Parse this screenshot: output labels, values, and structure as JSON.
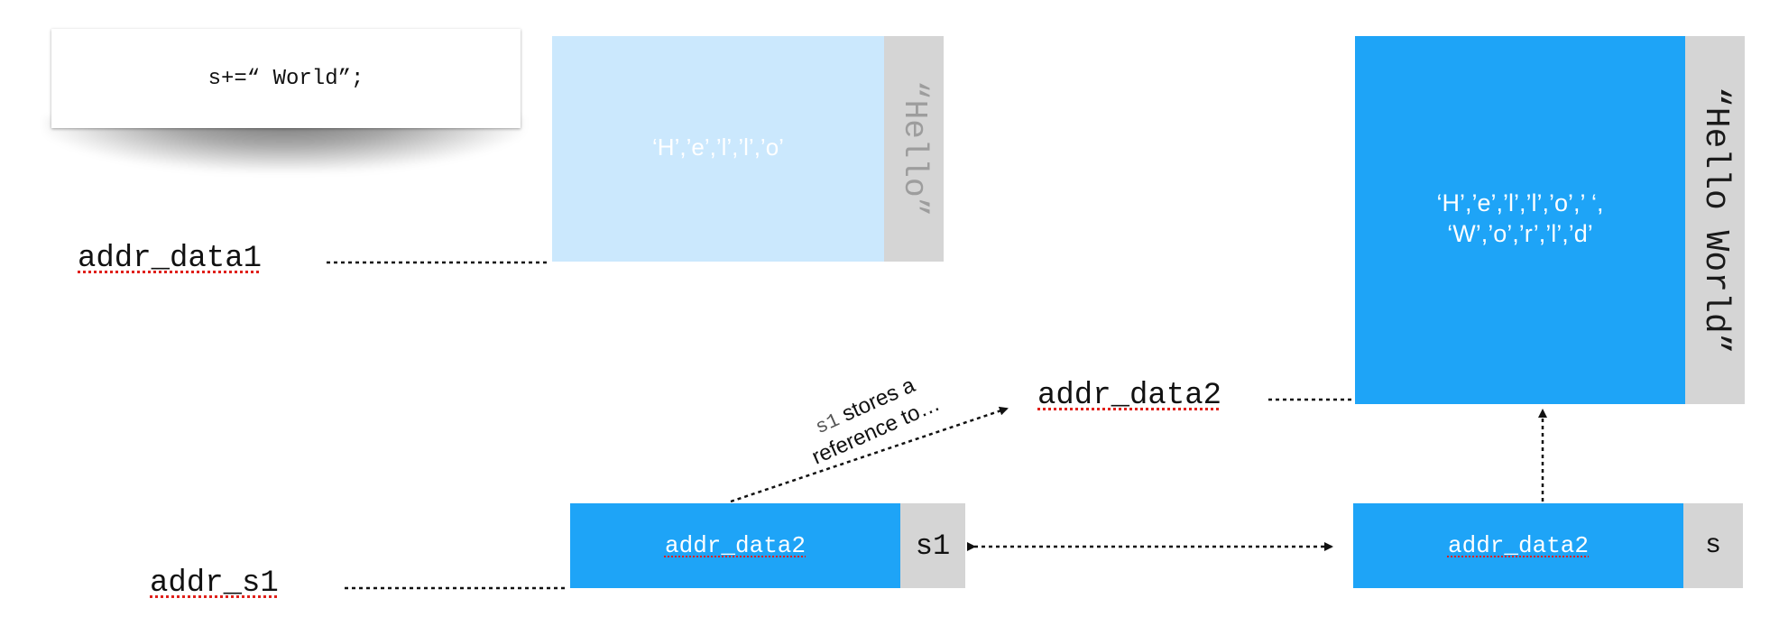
{
  "code_card": {
    "text": "s+=“ World”;"
  },
  "labels": {
    "addr_data1": "addr_data1",
    "addr_s1": "addr_s1",
    "addr_data2": "addr_data2"
  },
  "hello_block": {
    "chars": "‘H’,’e’,’l’,’l’,’o’",
    "string": "“Hello”",
    "fill_color": "#cbe8fd"
  },
  "hello_world_block": {
    "chars_line1": "‘H’,’e’,’l’,’l’,’o’,’ ‘,",
    "chars_line2": "‘W’,’o’,’r’,’l’,’d’",
    "string": "“Hello World”",
    "fill_color": "#1ea4f7"
  },
  "s1_block": {
    "value": "addr_data2",
    "name": "s1"
  },
  "s_block": {
    "value": "addr_data2",
    "name": "s"
  },
  "reference_note": {
    "var": "s1",
    "line1_rest": " stores a",
    "line2": "reference to…"
  },
  "colors": {
    "accent_blue": "#1ea4f7",
    "light_blue": "#cbe8fd",
    "tab_gray": "#d5d5d5",
    "underline_red": "#e0201a"
  }
}
